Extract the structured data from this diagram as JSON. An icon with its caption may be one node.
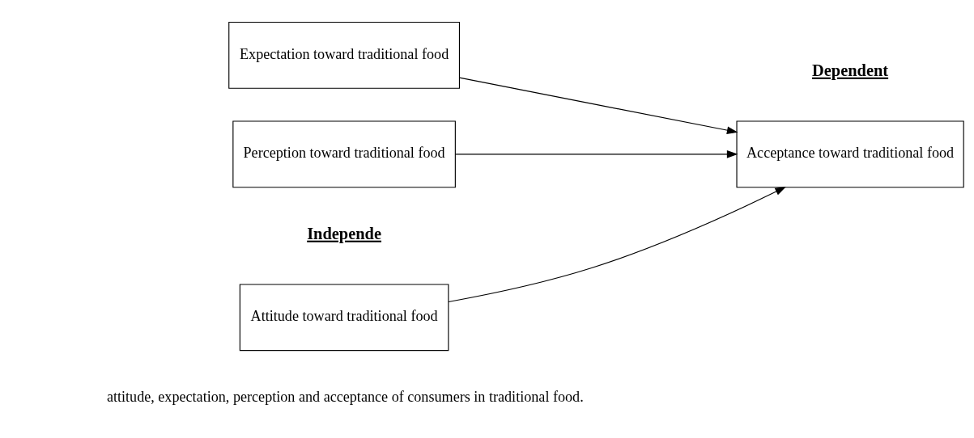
{
  "diagram": {
    "nodes": [
      {
        "text": [
          "Attitude toward traditional food"
        ]
      },
      {
        "text": [
          "Expectation toward traditional food"
        ]
      },
      {
        "text": [
          "Perception toward traditional food"
        ]
      },
      {
        "text": [
          "Acceptance toward traditional food"
        ]
      }
    ],
    "edges": [
      {
        "from": 0,
        "to": 3,
        "arrow": "to"
      },
      {
        "from": 1,
        "to": 3,
        "arrow": "to"
      },
      {
        "from": 2,
        "to": 3,
        "arrow": "to"
      }
    ],
    "labels": [
      "attitude, expectation, perception and acceptance of consumers in traditional food.",
      "Independe",
      "Dependent"
    ]
  }
}
